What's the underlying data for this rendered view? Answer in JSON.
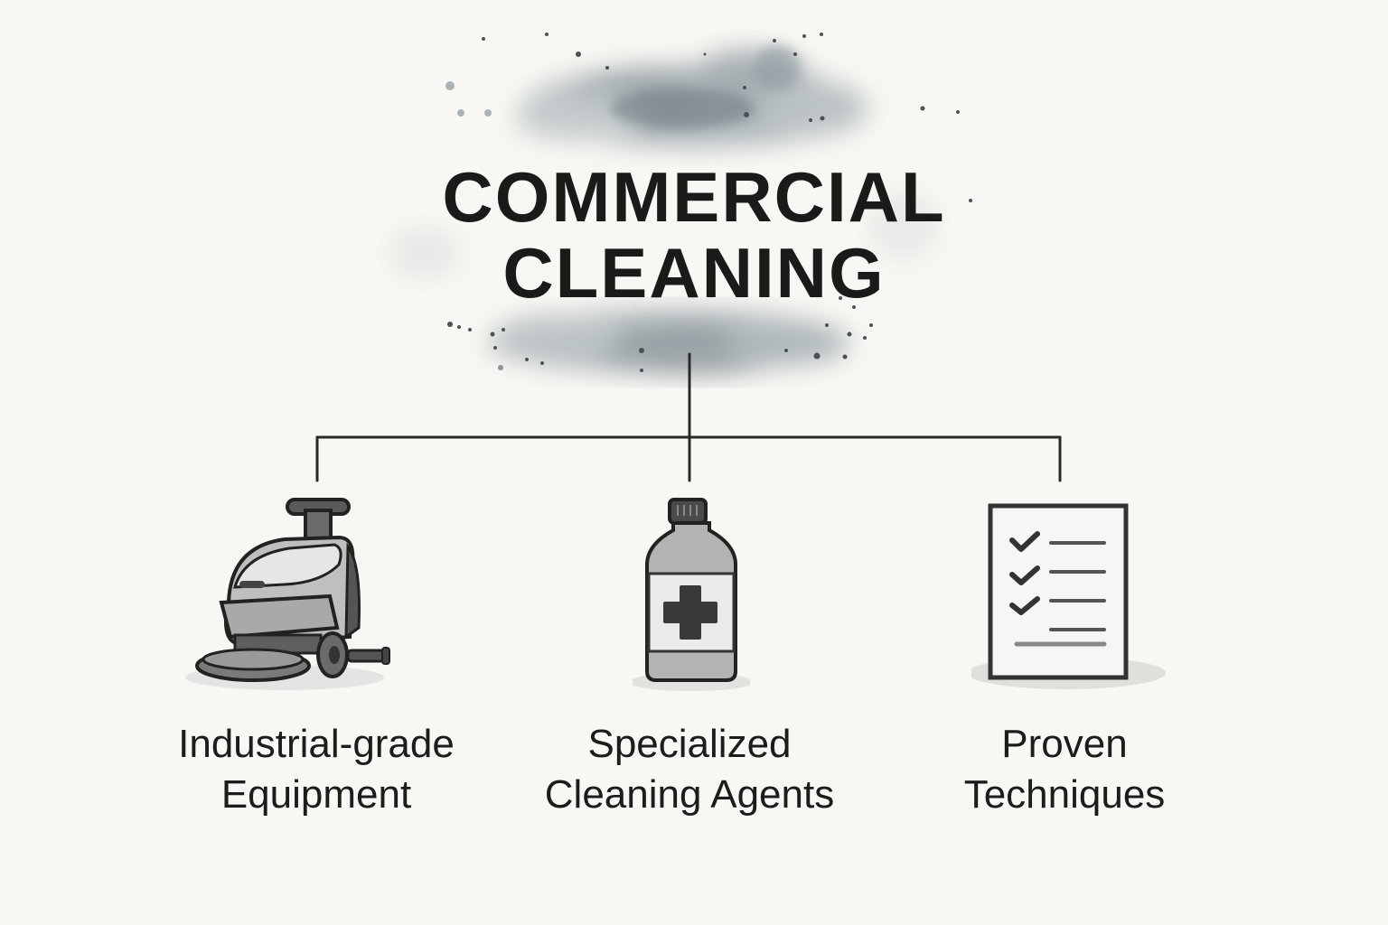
{
  "diagram": {
    "type": "hierarchy",
    "title": {
      "line1": "COMMERCIAL",
      "line2": "CLEANING"
    },
    "root": "COMMERCIAL CLEANING",
    "children": [
      {
        "icon": "floor-scrubber-icon",
        "label_line1": "Industrial-grade",
        "label_line2": "Equipment"
      },
      {
        "icon": "cleaning-bottle-icon",
        "label_line1": "Specialized",
        "label_line2": "Cleaning Agents"
      },
      {
        "icon": "checklist-icon",
        "label_line1": "Proven",
        "label_line2": "Techniques"
      }
    ],
    "colors": {
      "background": "#f8f7f3",
      "ink": "#1a1a1a",
      "watercolor": "#8a959c",
      "connector": "#2a2a2a"
    }
  }
}
